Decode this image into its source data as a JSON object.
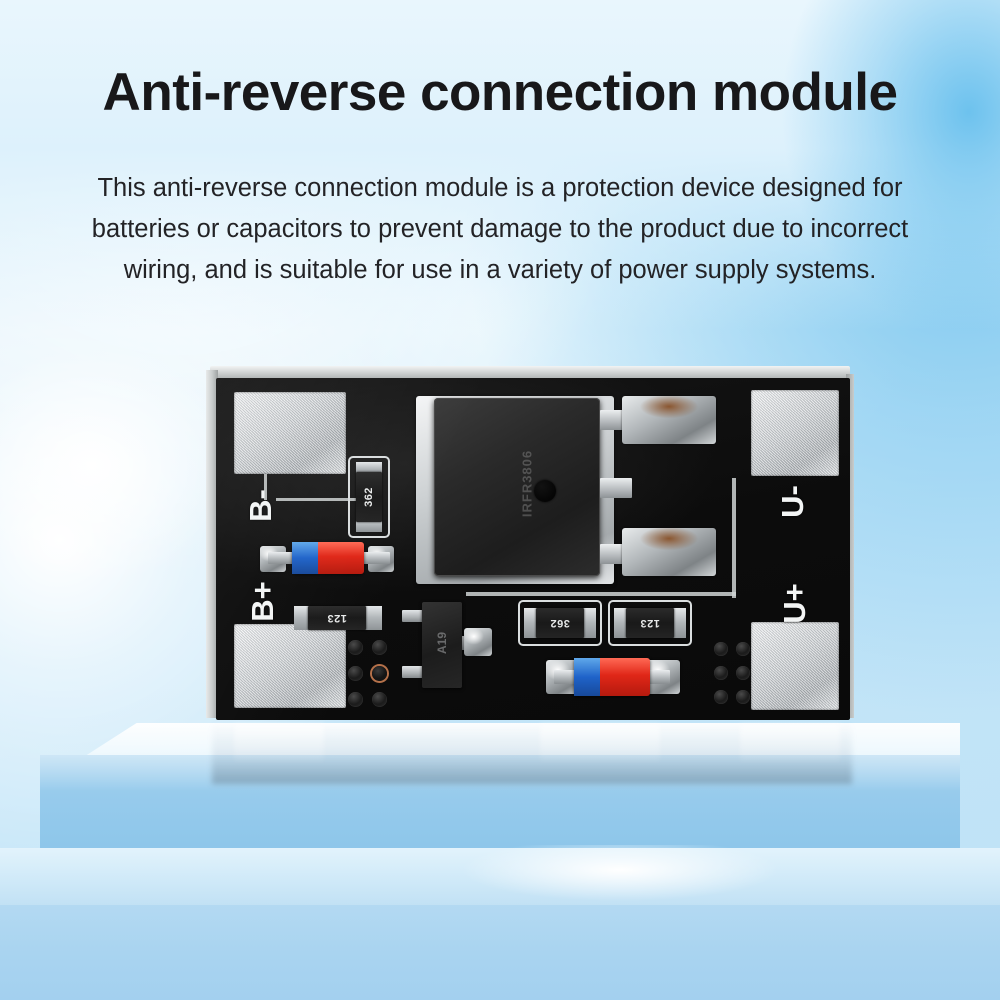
{
  "header": {
    "title": "Anti-reverse connection module",
    "description_lines": [
      "This anti-reverse connection module is a protection device designed for",
      "batteries or capacitors to prevent damage to the product due to incorrect",
      "wiring, and is suitable for use in a variety of power supply systems."
    ]
  },
  "product": {
    "type": "pcb-module",
    "board_color": "#0d0d0d",
    "background_color": "#c3e5f8",
    "title_color": "#18181a",
    "text_color": "#232326",
    "silkscreen_labels": {
      "battery_negative": "B-",
      "battery_positive": "B+",
      "output_negative": "U-",
      "output_positive": "U+"
    },
    "components": {
      "resistors": [
        {
          "name": "resistor-r1",
          "marking": "362"
        },
        {
          "name": "resistor-r2",
          "marking": "123"
        },
        {
          "name": "resistor-r3",
          "marking": "362"
        },
        {
          "name": "resistor-r4",
          "marking": "123"
        }
      ],
      "transistor": {
        "name": "sot23-transistor",
        "marking": "A19"
      },
      "mosfet": {
        "name": "to-252-mosfet",
        "marking": "IRFR3806"
      },
      "diodes": [
        {
          "name": "zener-diode-d1"
        },
        {
          "name": "zener-diode-d2"
        }
      ]
    }
  }
}
